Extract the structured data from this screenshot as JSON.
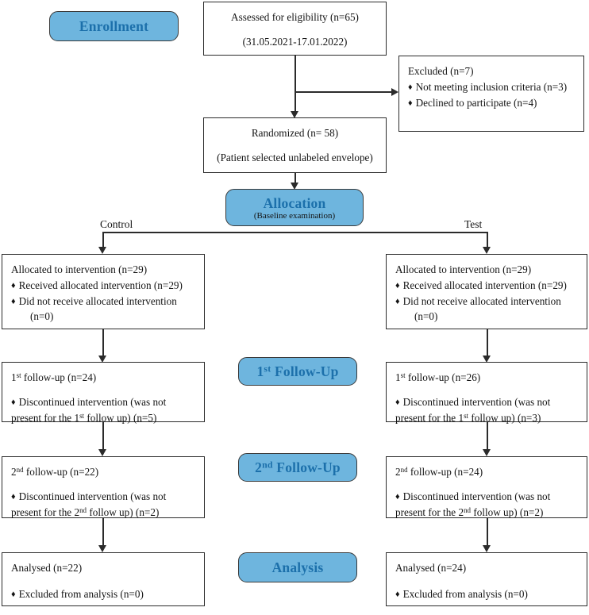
{
  "diagram": {
    "title": "CONSORT participant flow diagram",
    "accent_blue": "#6EB5DE",
    "badge_text_color": "#1C70AB",
    "line_color": "#2b2b2b"
  },
  "stages": {
    "enrollment": "Enrollment",
    "allocation": "Allocation",
    "allocation_sub": "(Baseline examination)",
    "follow_up_1_prefix": "1",
    "follow_up_1_sup": "st",
    "follow_up_1_suffix": " Follow-Up",
    "follow_up_2_prefix": "2",
    "follow_up_2_sup": "nd",
    "follow_up_2_suffix": " Follow-Up",
    "analysis": "Analysis"
  },
  "enrollment": {
    "assessed": "Assessed for eligibility (n=65)",
    "dates": "(31.05.2021-17.01.2022)",
    "excluded_title": "Excluded (n=7)",
    "excluded_items": [
      "Not meeting inclusion criteria (n=3)",
      "Declined to participate (n=4)"
    ],
    "randomized": "Randomized (n= 58)",
    "randomized_note": "(Patient selected unlabeled envelope)"
  },
  "arms": {
    "control_label": "Control",
    "test_label": "Test"
  },
  "allocation": {
    "control": {
      "title": "Allocated to intervention (n=29)",
      "items": [
        "Received allocated intervention (n=29)",
        "Did not receive allocated intervention"
      ],
      "trailing": "(n=0)"
    },
    "test": {
      "title": "Allocated to intervention (n=29)",
      "items": [
        "Received allocated intervention (n=29)",
        "Did not receive allocated intervention"
      ],
      "trailing": "(n=0)"
    }
  },
  "follow_up_1": {
    "control": {
      "title_prefix": "1",
      "title_sup": "st",
      "title_suffix": " follow-up (n=24)",
      "discontinued_a": "Discontinued intervention (was not",
      "discontinued_b_prefix": "present for the 1",
      "discontinued_b_sup": "st",
      "discontinued_b_suffix": " follow up) (n=5)"
    },
    "test": {
      "title_prefix": "1",
      "title_sup": "st",
      "title_suffix": " follow-up (n=26)",
      "discontinued_a": "Discontinued intervention (was not",
      "discontinued_b_prefix": "present for the 1",
      "discontinued_b_sup": "st",
      "discontinued_b_suffix": " follow up) (n=3)"
    }
  },
  "follow_up_2": {
    "control": {
      "title_prefix": "2",
      "title_sup": "nd",
      "title_suffix": " follow-up (n=22)",
      "discontinued_a": "Discontinued intervention (was not",
      "discontinued_b_prefix": "present for the 2",
      "discontinued_b_sup": "nd",
      "discontinued_b_suffix": " follow up) (n=2)"
    },
    "test": {
      "title_prefix": "2",
      "title_sup": "nd",
      "title_suffix": " follow-up (n=24)",
      "discontinued_a": "Discontinued intervention (was not",
      "discontinued_b_prefix": "present for the 2",
      "discontinued_b_sup": "nd",
      "discontinued_b_suffix": " follow up) (n=2)"
    }
  },
  "analysis": {
    "control": {
      "title": "Analysed (n=22)",
      "items": [
        "Excluded from analysis (n=0)"
      ]
    },
    "test": {
      "title": "Analysed (n=24)",
      "items": [
        "Excluded from analysis (n=0)"
      ]
    }
  },
  "glyphs": {
    "bullet": "♦"
  }
}
